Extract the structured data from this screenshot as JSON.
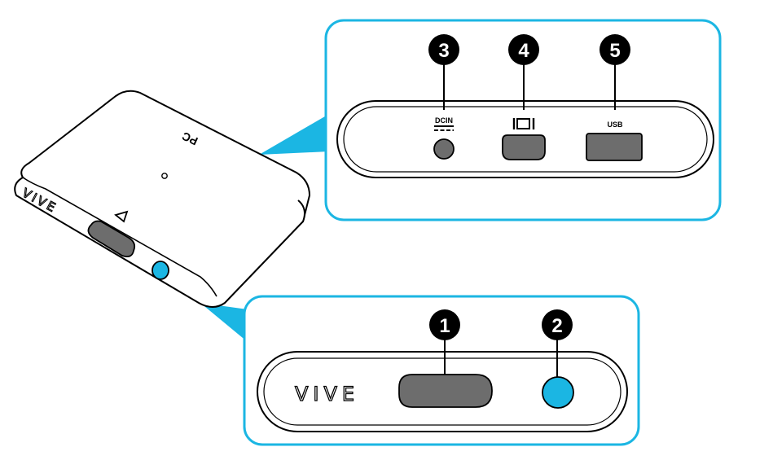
{
  "device": {
    "brand": "VIVE",
    "top_label": "PC"
  },
  "back_panel": {
    "callouts": [
      {
        "number": "3",
        "port": "DC IN",
        "label": "DCIN"
      },
      {
        "number": "4",
        "port": "display-port",
        "label": ""
      },
      {
        "number": "5",
        "port": "USB",
        "label": "USB"
      }
    ]
  },
  "front_panel": {
    "brand": "VIVE",
    "callouts": [
      {
        "number": "1",
        "port": "headset-port"
      },
      {
        "number": "2",
        "port": "power-button"
      }
    ]
  },
  "colors": {
    "accent": "#1bb6e3",
    "port_fill": "#6d6d6d",
    "callout_fill": "#000000",
    "outline": "#000000"
  }
}
